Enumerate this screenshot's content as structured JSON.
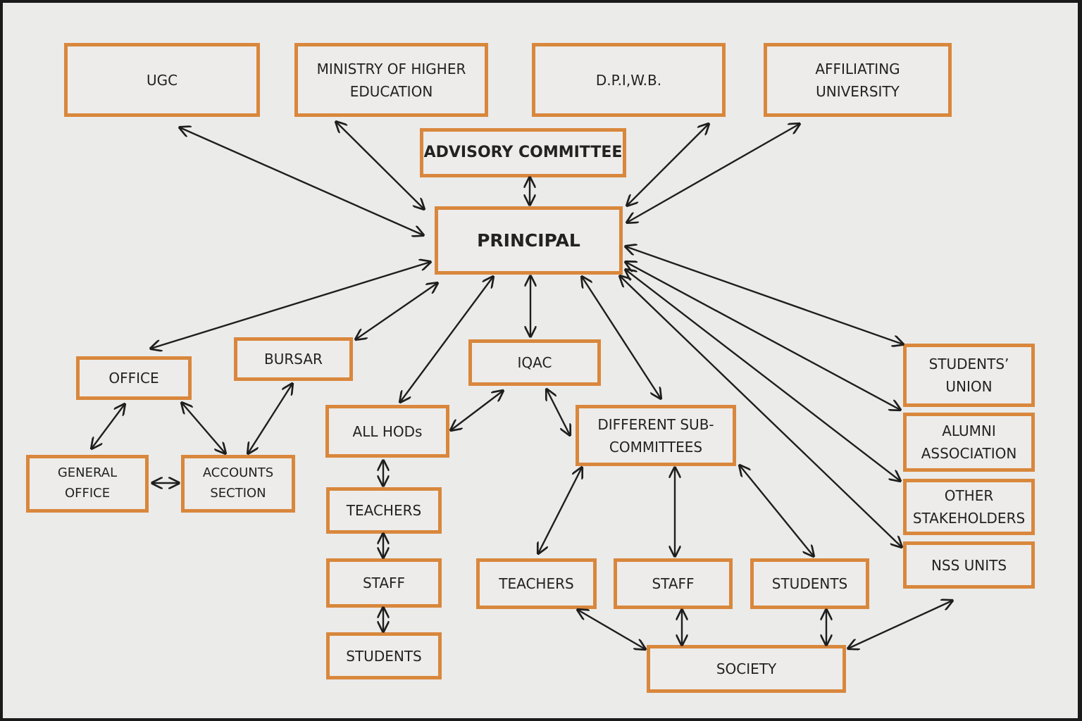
{
  "diagram": {
    "title": "",
    "colors": {
      "box_border": "#d9873c",
      "arrow": "#1e1e1e",
      "background": "#ebebea"
    },
    "nodes": {
      "ugc": "UGC",
      "ministry": "MINISTRY OF HIGHER\nEDUCATION",
      "dpi": "D.P.I,W.B.",
      "affiliating": "AFFILIATING\nUNIVERSITY",
      "advisory": "ADVISORY COMMITTEE",
      "principal": "PRINCIPAL",
      "office": "OFFICE",
      "bursar": "BURSAR",
      "iqac": "IQAC",
      "general_office": "GENERAL\nOFFICE",
      "accounts": "ACCOUNTS\nSECTION",
      "hods": "ALL HODs",
      "subcommittees": "DIFFERENT SUB-\nCOMMITTEES",
      "teachers_l": "TEACHERS",
      "staff_l": "STAFF",
      "students_l": "STUDENTS",
      "teachers_r": "TEACHERS",
      "staff_r": "STAFF",
      "students_r": "STUDENTS",
      "society": "SOCIETY",
      "students_union": "STUDENTS’\nUNION",
      "alumni": "ALUMNI\nASSOCIATION",
      "stakeholders": "OTHER\nSTAKEHOLDERS",
      "nss": "NSS UNITS"
    },
    "edges": [
      [
        "ugc",
        "principal"
      ],
      [
        "ministry",
        "principal"
      ],
      [
        "dpi",
        "principal"
      ],
      [
        "affiliating",
        "principal"
      ],
      [
        "advisory",
        "principal"
      ],
      [
        "principal",
        "office"
      ],
      [
        "principal",
        "bursar"
      ],
      [
        "principal",
        "iqac"
      ],
      [
        "principal",
        "hods"
      ],
      [
        "principal",
        "subcommittees"
      ],
      [
        "principal",
        "students_union"
      ],
      [
        "principal",
        "alumni"
      ],
      [
        "principal",
        "stakeholders"
      ],
      [
        "principal",
        "nss"
      ],
      [
        "office",
        "general_office"
      ],
      [
        "office",
        "accounts"
      ],
      [
        "bursar",
        "accounts"
      ],
      [
        "general_office",
        "accounts"
      ],
      [
        "iqac",
        "hods"
      ],
      [
        "iqac",
        "subcommittees"
      ],
      [
        "hods",
        "teachers_l"
      ],
      [
        "teachers_l",
        "staff_l"
      ],
      [
        "staff_l",
        "students_l"
      ],
      [
        "subcommittees",
        "teachers_r"
      ],
      [
        "subcommittees",
        "staff_r"
      ],
      [
        "subcommittees",
        "students_r"
      ],
      [
        "teachers_r",
        "society"
      ],
      [
        "staff_r",
        "society"
      ],
      [
        "students_r",
        "society"
      ],
      [
        "nss",
        "society"
      ]
    ]
  }
}
